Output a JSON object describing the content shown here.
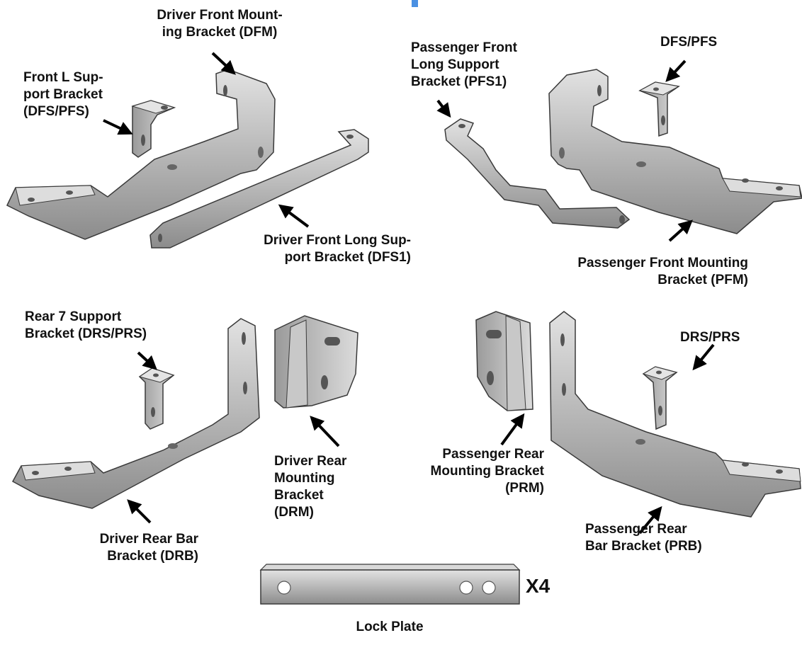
{
  "labels": {
    "driver_front_mounting": "Driver Front Mount-\ning Bracket (DFM)",
    "front_l_support": "Front L Sup-\nport Bracket\n(DFS/PFS)",
    "driver_front_long_support": "Driver Front Long Sup-\nport Bracket (DFS1)",
    "passenger_front_long_support": "Passenger Front\nLong Support\nBracket (PFS1)",
    "dfs_pfs": "DFS/PFS",
    "passenger_front_mounting": "Passenger Front Mounting\nBracket (PFM)",
    "rear_7_support": "Rear 7 Support\nBracket (DRS/PRS)",
    "driver_rear_mounting": "Driver Rear\nMounting\nBracket\n(DRM)",
    "passenger_rear_mounting": "Passenger Rear\nMounting Bracket\n(PRM)",
    "drs_prs": "DRS/PRS",
    "driver_rear_bar": "Driver Rear Bar\nBracket (DRB)",
    "passenger_rear_bar": "Passenger Rear\nBar Bracket (PRB)",
    "lock_plate": "Lock Plate",
    "lock_plate_qty": "X4"
  },
  "colors": {
    "metal_light": "#d6d6d6",
    "metal_mid": "#a9a9a9",
    "metal_dark": "#7a7a7a",
    "outline": "#3a3a3a",
    "arrow": "#000000",
    "accent": "#4a90e2"
  }
}
